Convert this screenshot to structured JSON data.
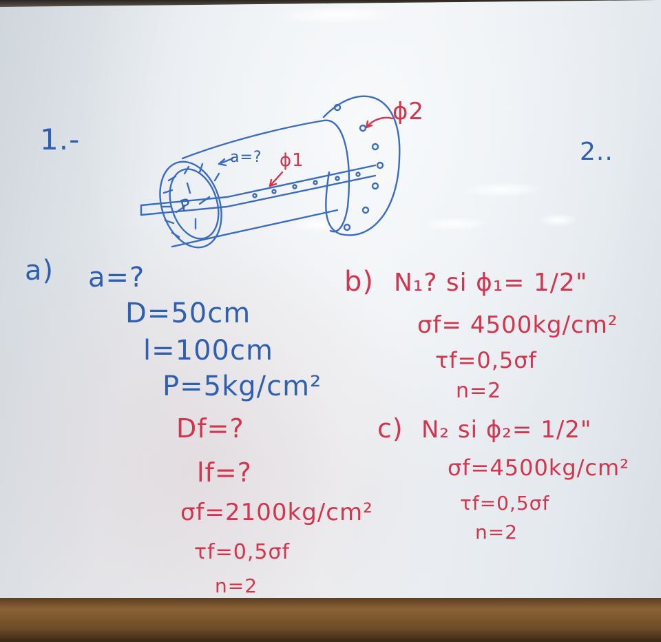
{
  "board": {
    "colors": {
      "blue_ink": "#2f5fb0",
      "red_ink": "#d2354d",
      "board": "#eef1f4",
      "tray": "#7a5530"
    },
    "labels": {
      "problem_1": "1.-",
      "problem_2": "2..",
      "phi2_label": "ϕ2",
      "a_query_label": "a=?",
      "phi1_label": "ϕ1",
      "p_label": "P"
    },
    "part_a": {
      "marker": "a)",
      "lines": [
        "a=?",
        "D=50cm",
        "l=100cm",
        "P=5kg/cm²"
      ],
      "red_lines": [
        "Df=?",
        "lf=?",
        "σf=2100kg/cm²",
        "τf=0,5σf",
        "n=2"
      ]
    },
    "part_b": {
      "marker": "b)",
      "lines": [
        "N₁? si ϕ₁= 1/2\"",
        "σf= 4500kg/cm²",
        "τf=0,5σf",
        "n=2"
      ]
    },
    "part_c": {
      "marker": "c)",
      "lines": [
        "N₂ si ϕ₂= 1/2\"",
        "σf=4500kg/cm²",
        "τf=0,5σf",
        "n=2"
      ]
    }
  }
}
